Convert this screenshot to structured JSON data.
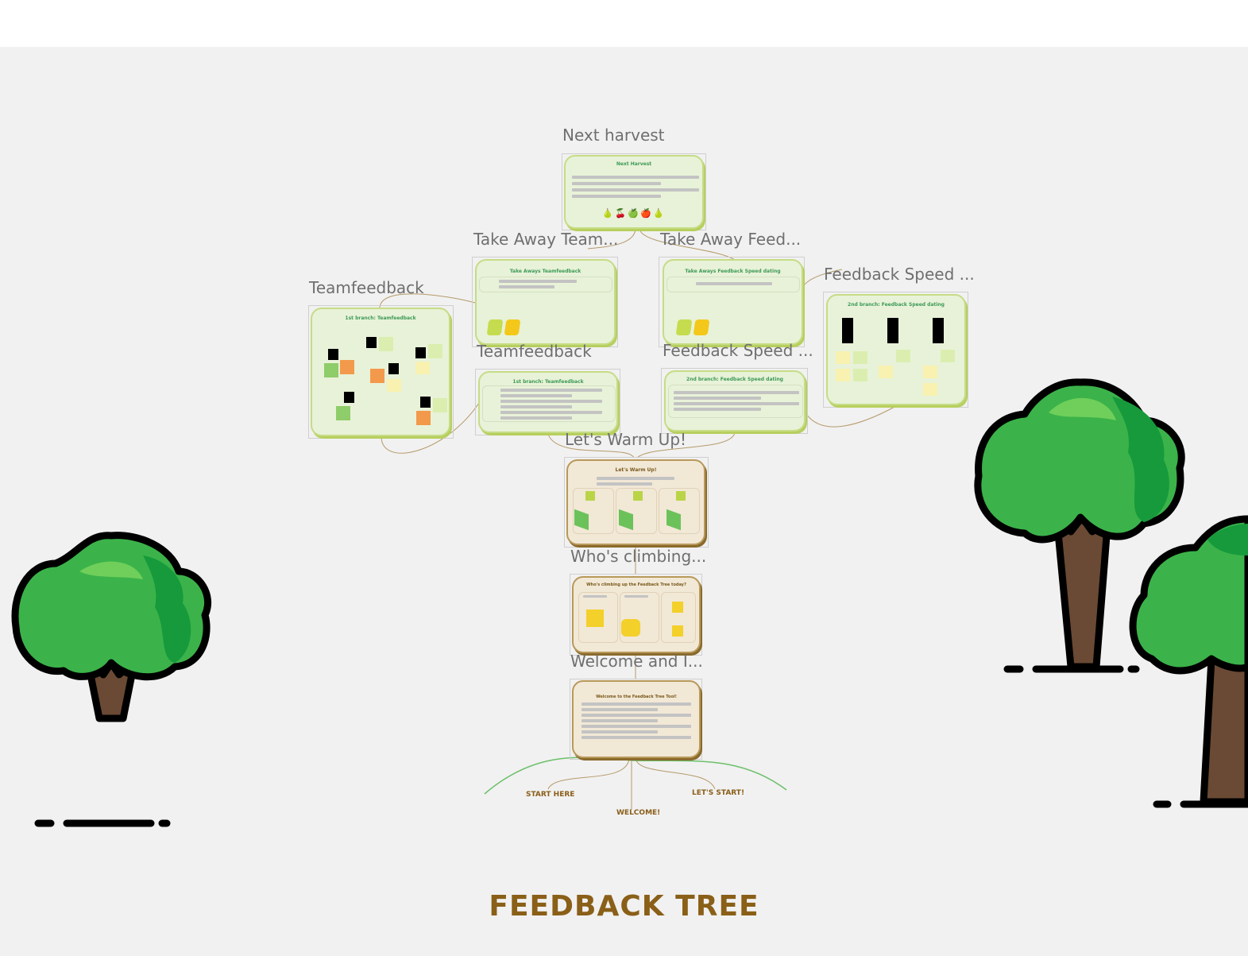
{
  "nodes": {
    "next_harvest": {
      "label": "Next harvest",
      "title": "Next Harvest",
      "fruits": [
        "🍐",
        "🍒",
        "🍏",
        "🍎",
        "🍐"
      ]
    },
    "takeaway_team": {
      "label": "Take Away Team...",
      "title": "Take Aways Teamfeedback"
    },
    "takeaway_feed": {
      "label": "Take Away Feed...",
      "title": "Take Aways Feedback Speed dating"
    },
    "feedback_speed_right": {
      "label": "Feedback Speed ...",
      "title": "2nd branch: Feedback Speed dating"
    },
    "teamfeedback_left": {
      "label": "Teamfeedback",
      "title": "1st branch: Teamfeedback"
    },
    "teamfeedback_mid": {
      "label": "Teamfeedback",
      "title": "1st branch: Teamfeedback"
    },
    "feedback_speed_mid": {
      "label": "Feedback Speed ...",
      "title": "2nd branch: Feedback Speed dating"
    },
    "warm_up": {
      "label": "Let's Warm Up!",
      "title": "Let's Warm Up!"
    },
    "climbing": {
      "label": "Who's climbing...",
      "title": "Who's climbing up the Feedback Tree today?"
    },
    "welcome": {
      "label": "Welcome and I...",
      "title": "Welcome to the Feedback Tree Tool!"
    }
  },
  "roots": {
    "start_here": "START HERE",
    "welcome": "WELCOME!",
    "lets_start": "LET'S START!"
  },
  "board_title": "FEEDBACK TREE",
  "colors": {
    "canvas": "#f1f1f1",
    "card_green": "#e8f2d8",
    "card_beige": "#f2e8d6",
    "title_brown": "#8a5f18",
    "tree_green": "#3bb34a"
  }
}
